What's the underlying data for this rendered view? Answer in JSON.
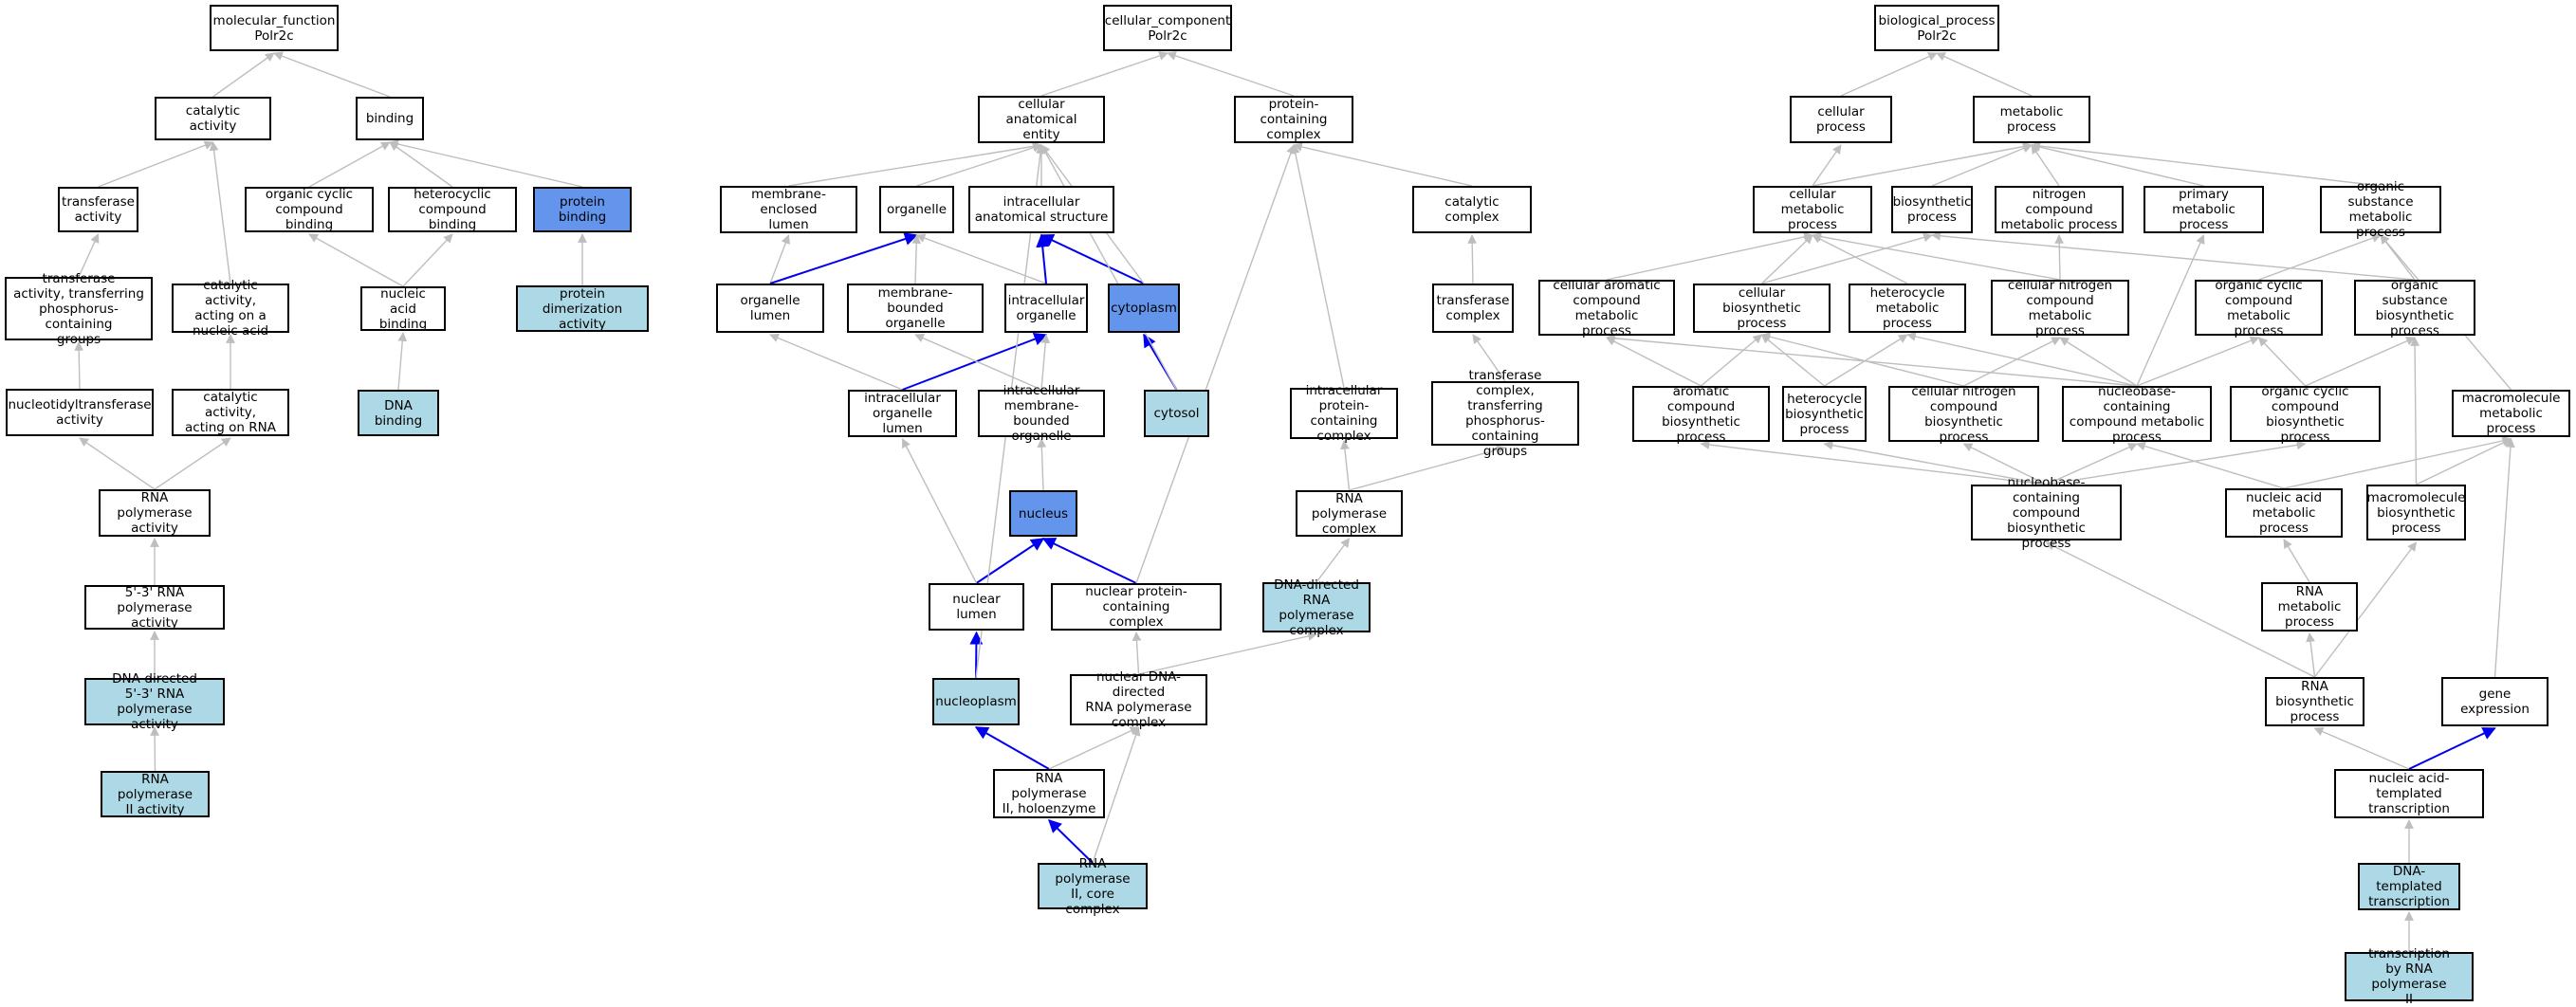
{
  "colors": {
    "edge": "#bebebe",
    "edge_highlight": "#0000ee",
    "annotated": "#add8e6",
    "highlight": "#6495ed"
  },
  "nodes": {
    "mf_root": "molecular_function\nPolr2c",
    "catalytic_activity": "catalytic activity",
    "binding": "binding",
    "transferase_activity": "transferase\nactivity",
    "organic_cyclic_compound_binding": "organic cyclic\ncompound binding",
    "heterocyclic_compound_binding": "heterocyclic\ncompound binding",
    "protein_binding": "protein binding",
    "transferase_phosphorus": "transferase\nactivity, transferring\nphosphorus-containing\ngroups",
    "catalytic_nucleic_acid": "catalytic activity,\nacting on a\nnucleic acid",
    "nucleic_acid_binding": "nucleic acid\nbinding",
    "protein_dimerization": "protein dimerization\nactivity",
    "nucleotidyltransferase": "nucleotidyltransferase\nactivity",
    "catalytic_rna": "catalytic activity,\nacting on RNA",
    "dna_binding": "DNA binding",
    "rna_polymerase_activity": "RNA polymerase\nactivity",
    "rna_pol_53": "5'-3' RNA polymerase\nactivity",
    "dna_directed_53": "DNA-directed\n5'-3' RNA polymerase\nactivity",
    "rna_pol_ii_activity": "RNA polymerase\nII activity",
    "cc_root": "cellular_component\nPolr2c",
    "cellular_anatomical_entity": "cellular anatomical\nentity",
    "protein_containing_complex": "protein-containing\ncomplex",
    "membrane_enclosed_lumen": "membrane-enclosed\nlumen",
    "organelle": "organelle",
    "intracellular_anatomical_structure": "intracellular\nanatomical structure",
    "catalytic_complex": "catalytic complex",
    "organelle_lumen": "organelle lumen",
    "membrane_bounded_organelle": "membrane-bounded\norganelle",
    "intracellular_organelle": "intracellular\norganelle",
    "cytoplasm": "cytoplasm",
    "transferase_complex": "transferase\ncomplex",
    "intracellular_organelle_lumen": "intracellular\norganelle lumen",
    "intracellular_membrane_bounded": "intracellular\nmembrane-bounded\norganelle",
    "cytosol": "cytosol",
    "intracellular_protein_containing": "intracellular\nprotein-containing\ncomplex",
    "transferase_complex_phosphorus": "transferase\ncomplex, transferring\nphosphorus-containing\ngroups",
    "nucleus": "nucleus",
    "rna_polymerase_complex": "RNA polymerase\ncomplex",
    "nuclear_lumen": "nuclear lumen",
    "nuclear_protein_containing": "nuclear protein-containing\ncomplex",
    "dna_directed_rna_pol_complex": "DNA-directed\nRNA polymerase\ncomplex",
    "nucleoplasm": "nucleoplasm",
    "nuclear_dna_directed": "nuclear DNA-directed\nRNA polymerase\ncomplex",
    "rna_pol_ii_holoenzyme": "RNA polymerase\nII, holoenzyme",
    "rna_pol_ii_core": "RNA polymerase\nII, core complex",
    "bp_root": "biological_process\nPolr2c",
    "cellular_process": "cellular process",
    "metabolic_process": "metabolic process",
    "cellular_metabolic": "cellular metabolic\nprocess",
    "biosynthetic_process": "biosynthetic\nprocess",
    "nitrogen_compound_metabolic": "nitrogen compound\nmetabolic process",
    "primary_metabolic": "primary metabolic\nprocess",
    "organic_substance_metabolic": "organic substance\nmetabolic process",
    "cellular_aromatic": "cellular aromatic\ncompound metabolic\nprocess",
    "cellular_biosynthetic": "cellular biosynthetic\nprocess",
    "heterocycle_metabolic": "heterocycle\nmetabolic process",
    "cellular_nitrogen_metabolic": "cellular nitrogen\ncompound metabolic\nprocess",
    "organic_cyclic_metabolic": "organic cyclic\ncompound metabolic\nprocess",
    "organic_substance_biosynthetic": "organic substance\nbiosynthetic\nprocess",
    "aromatic_biosynthetic": "aromatic compound\nbiosynthetic\nprocess",
    "heterocycle_biosynthetic": "heterocycle\nbiosynthetic\nprocess",
    "cellular_nitrogen_biosynthetic": "cellular nitrogen\ncompound biosynthetic\nprocess",
    "nucleobase_metabolic": "nucleobase-containing\ncompound metabolic\nprocess",
    "organic_cyclic_biosynthetic": "organic cyclic\ncompound biosynthetic\nprocess",
    "macromolecule_metabolic": "macromolecule\nmetabolic process",
    "nucleobase_biosynthetic": "nucleobase-containing\ncompound biosynthetic\nprocess",
    "nucleic_acid_metabolic": "nucleic acid\nmetabolic process",
    "macromolecule_biosynthetic": "macromolecule\nbiosynthetic\nprocess",
    "rna_metabolic": "RNA metabolic\nprocess",
    "rna_biosynthetic": "RNA biosynthetic\nprocess",
    "gene_expression": "gene expression",
    "nucleic_acid_templated": "nucleic acid-templated\ntranscription",
    "dna_templated": "DNA-templated\ntranscription",
    "transcription_pol_ii": "transcription\nby RNA polymerase\nII"
  }
}
